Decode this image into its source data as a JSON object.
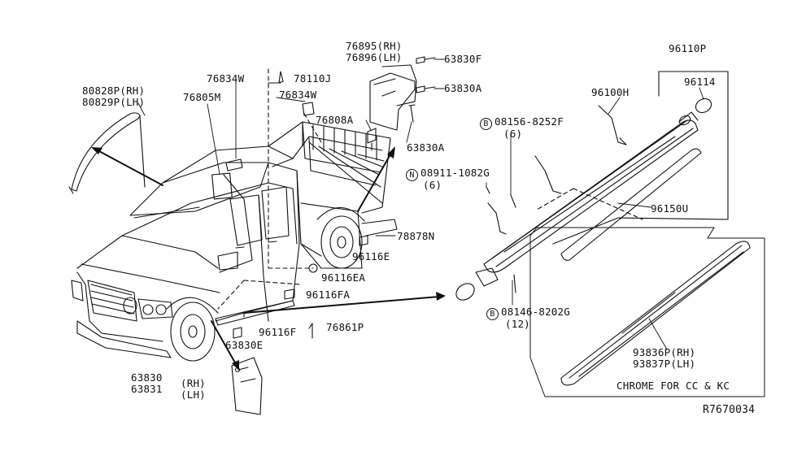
{
  "callouts": {
    "p76895": "76895(RH)",
    "p76896": "76896(LH)",
    "p63830f": "63830F",
    "p63830a": "63830A",
    "p63830a2": "63830A",
    "p76808a": "76808A",
    "p78110j": "78110J",
    "p76834w_1": "76834W",
    "p76834w_2": "76834W",
    "p76805m": "76805M",
    "p80828p": "80828P(RH)",
    "p80829p": "80829P(LH)",
    "p96110p": "96110P",
    "p96114": "96114",
    "p96100h": "96100H",
    "b_symbol": "B",
    "p08156": "08156-8252F",
    "q6a": "(6)",
    "n_symbol": "N",
    "p08911": "08911-1082G",
    "q6b": "(6)",
    "p96150u": "96150U",
    "p78878n": "78878N",
    "p96116e": "96116E",
    "p96116ea": "96116EA",
    "p96116fa": "96116FA",
    "p96116f": "96116F",
    "p76861p": "76861P",
    "p63830e": "63830E",
    "p63830": "63830",
    "p63831": "63831",
    "rh": "(RH)",
    "lh": "(LH)",
    "b_symbol2": "B",
    "p08146": "08146-8202G",
    "q12": "(12)",
    "p93836p": "93836P(RH)",
    "p93837p": "93837P(LH)"
  },
  "chrome_caption": "CHROME FOR CC & KC",
  "reference_code": "R7670034"
}
